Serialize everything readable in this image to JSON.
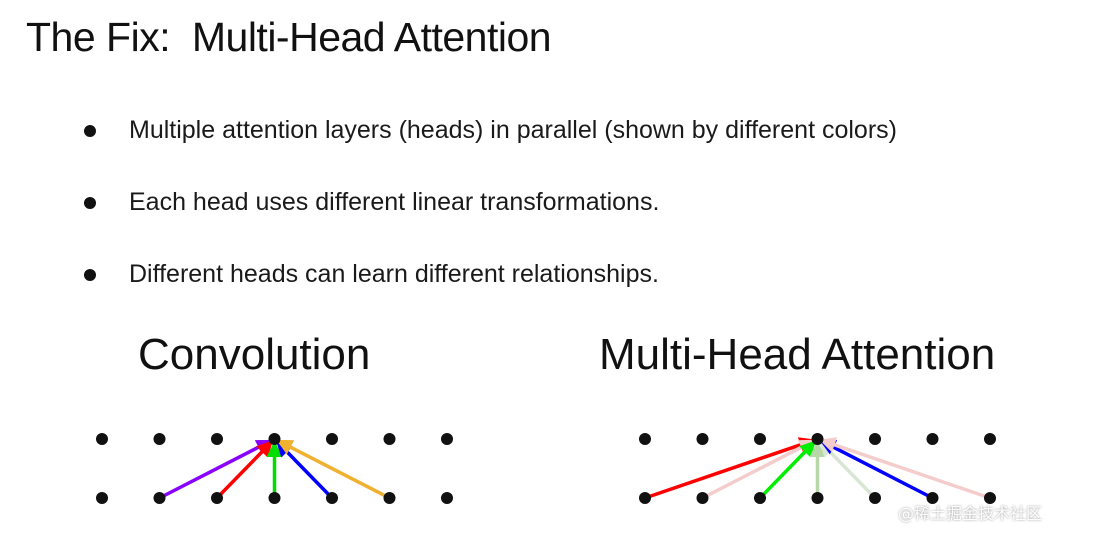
{
  "slide": {
    "title": "The Fix:  Multi-Head Attention",
    "bullets": [
      "Multiple attention layers (heads) in parallel (shown by different colors)",
      "Each head uses different linear transformations.",
      "Different heads can learn different relationships."
    ]
  },
  "convolution": {
    "title": "Convolution",
    "arrows": [
      {
        "from": 1,
        "color": "#8a00ff"
      },
      {
        "from": 2,
        "color": "#ff0000"
      },
      {
        "from": 3,
        "color": "#00dd00"
      },
      {
        "from": 4,
        "color": "#0000ff"
      },
      {
        "from": 5,
        "color": "#f0b030"
      }
    ]
  },
  "attention": {
    "title": "Multi-Head Attention",
    "arrows": [
      {
        "from": 0,
        "color": "#ff0000"
      },
      {
        "from": 1,
        "color": "#f4cccc"
      },
      {
        "from": 2,
        "color": "#00ee00"
      },
      {
        "from": 3,
        "color": "#b7d7a8"
      },
      {
        "from": 4,
        "color": "#d9e6d3"
      },
      {
        "from": 5,
        "color": "#0000ff"
      },
      {
        "from": 6,
        "color": "#f4cccc"
      }
    ]
  },
  "watermark": "@稀土掘金技术社区"
}
